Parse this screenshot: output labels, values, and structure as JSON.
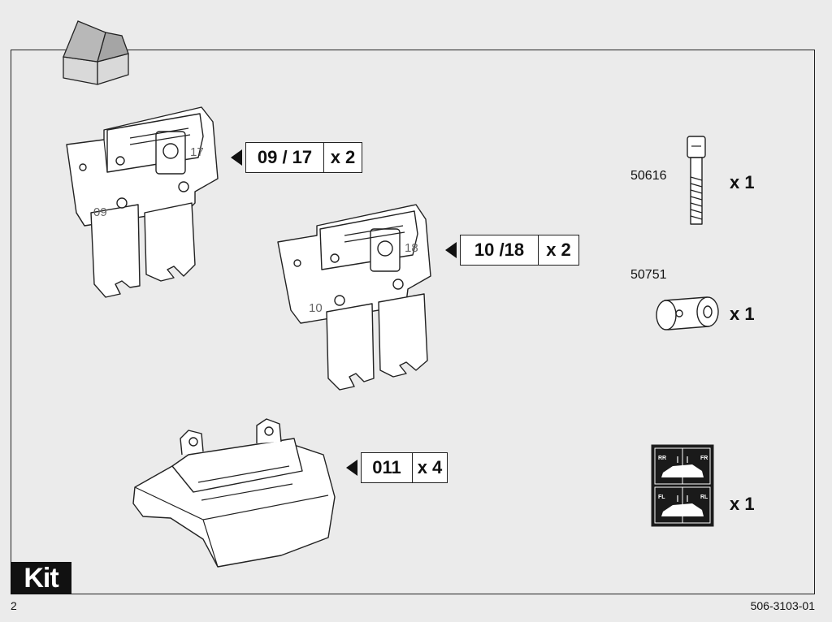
{
  "kit_label": "Kit",
  "page_number": "2",
  "doc_number": "506-3103-01",
  "parts": {
    "bracket_a": {
      "code": "09 / 17",
      "qty": "x 2",
      "left_tag": "09",
      "right_tag": "17"
    },
    "bracket_b": {
      "code": "10 /18",
      "qty": "x 2",
      "left_tag": "10",
      "right_tag": "18"
    },
    "foot_pad": {
      "code": "011",
      "qty": "x 4"
    },
    "bolt": {
      "part_number": "50616",
      "qty": "x 1"
    },
    "barrel_nut": {
      "part_number": "50751",
      "qty": "x 1"
    },
    "sticker_sheet": {
      "qty": "x 1",
      "top_left": "RR",
      "top_right": "FR",
      "bottom_left": "FL",
      "bottom_right": "RL"
    }
  },
  "icons": [
    "open-box-icon",
    "pointer-arrow-icon"
  ]
}
